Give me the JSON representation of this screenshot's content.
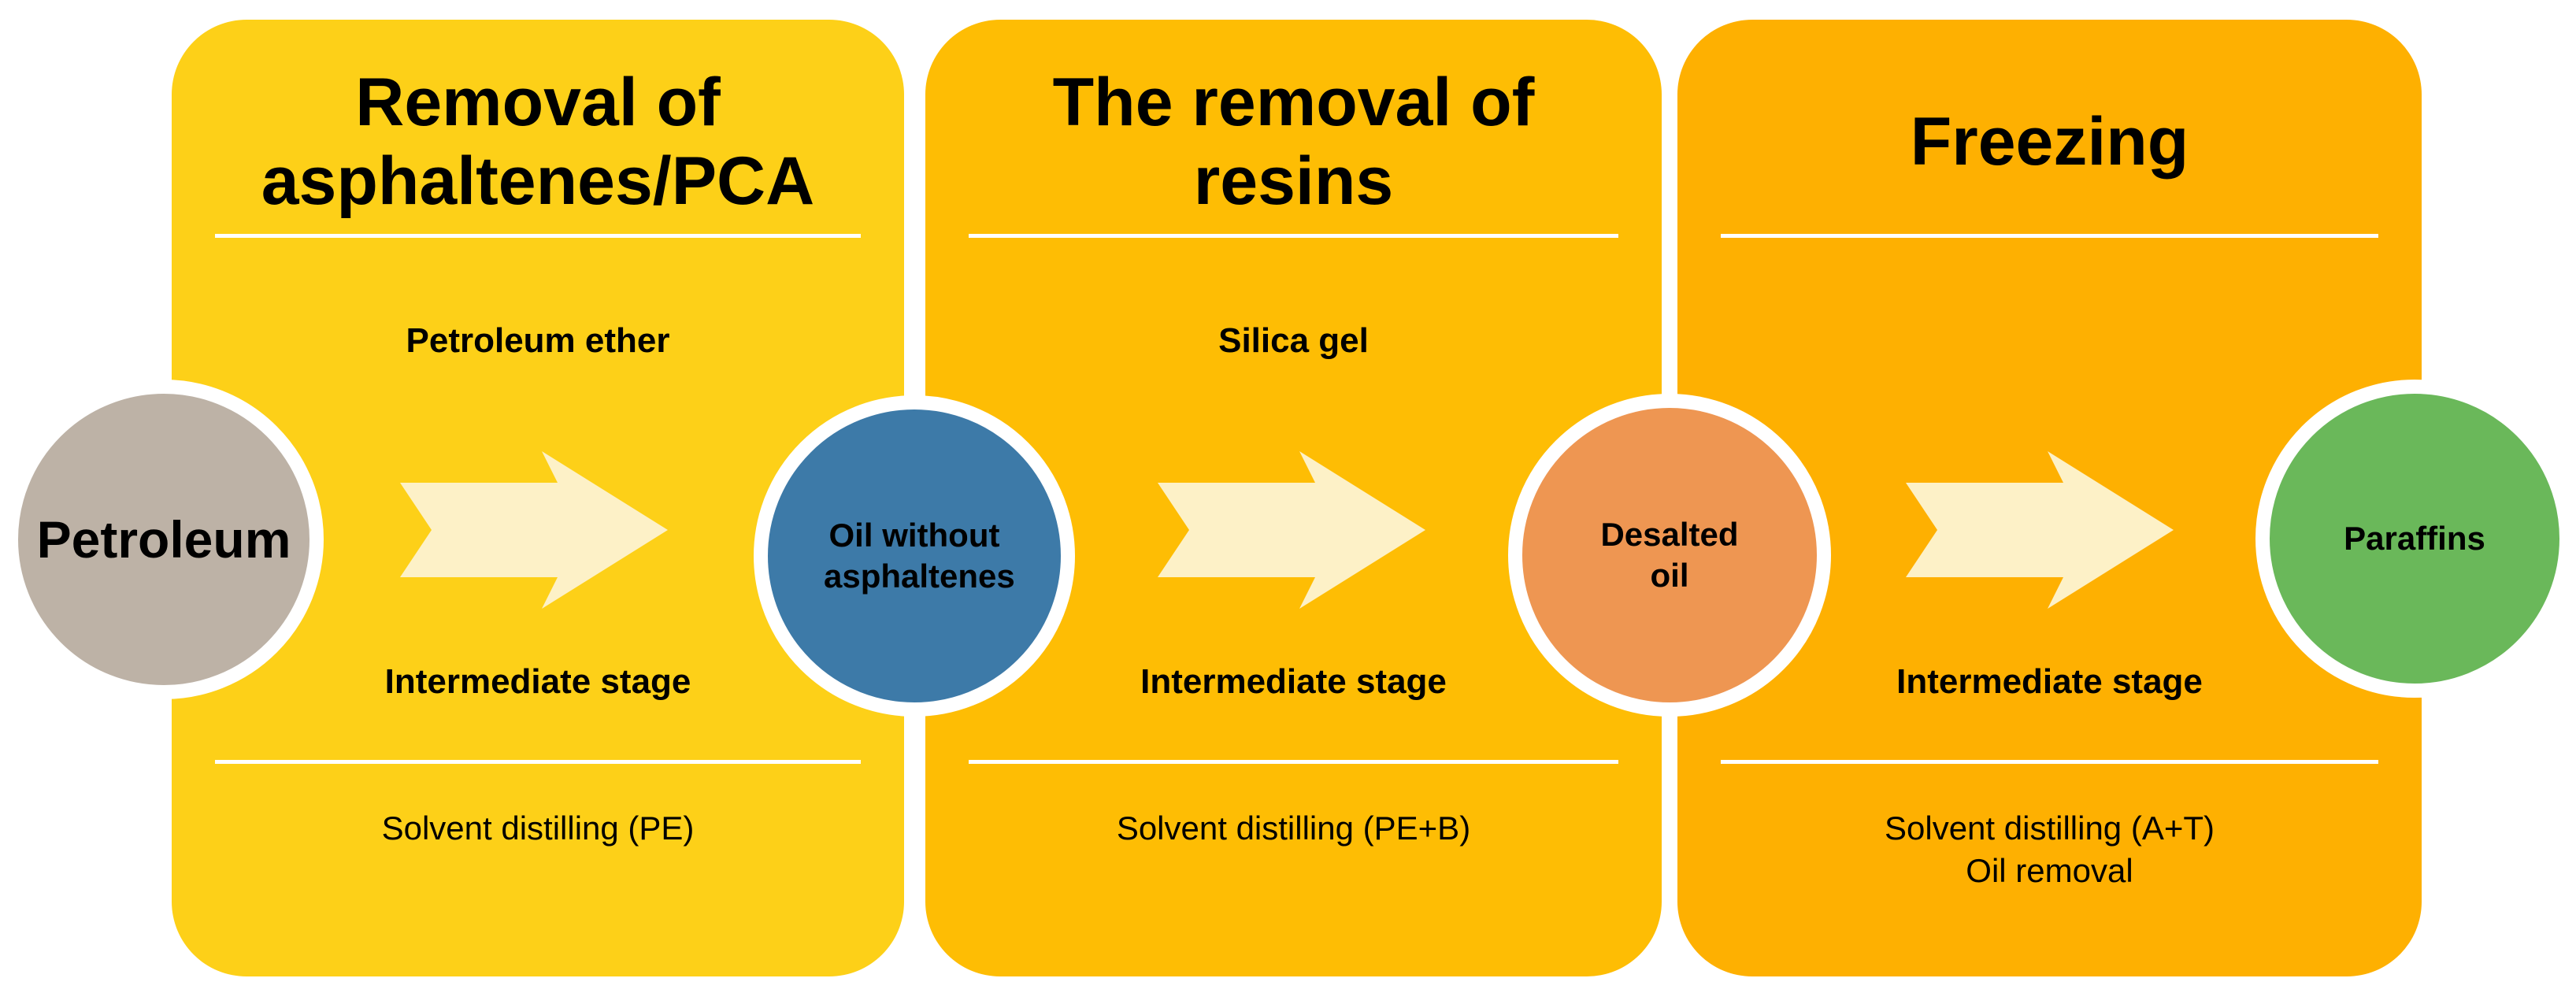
{
  "colors": {
    "panel_1": "#FDD018",
    "panel_2": "#FEBD04",
    "panel_3": "#FEB001",
    "arrow": "#FDF1C7",
    "divider": "#FFFFFF",
    "node_petroleum": "#BDB2A6",
    "node_oil": "#3D7AA8",
    "node_desalted": "#EE9652",
    "node_paraffins": "#6AB85A"
  },
  "nodes": [
    {
      "label": "Petroleum",
      "color": "#BDB2A6"
    },
    {
      "label": "Oil without asphaltenes",
      "color": "#3D7AA8"
    },
    {
      "label": "Desalted oil",
      "color": "#EE9652"
    },
    {
      "label": "Paraffins",
      "color": "#6AB85A"
    }
  ],
  "stages": [
    {
      "title": "Removal of asphaltenes/PCA",
      "reagent": "Petroleum ether",
      "stage_label": "Intermediate stage",
      "process_lines": [
        "Solvent distilling (PE)"
      ],
      "arrow_icon": "right-arrow-icon"
    },
    {
      "title": "The removal of resins",
      "reagent": "Silica gel",
      "stage_label": "Intermediate stage",
      "process_lines": [
        "Solvent distilling (PE+B)"
      ],
      "arrow_icon": "right-arrow-icon"
    },
    {
      "title": "Freezing",
      "reagent": "",
      "stage_label": "Intermediate stage",
      "process_lines": [
        "Solvent distilling (A+T)",
        "Oil removal"
      ],
      "arrow_icon": "right-arrow-icon"
    }
  ]
}
